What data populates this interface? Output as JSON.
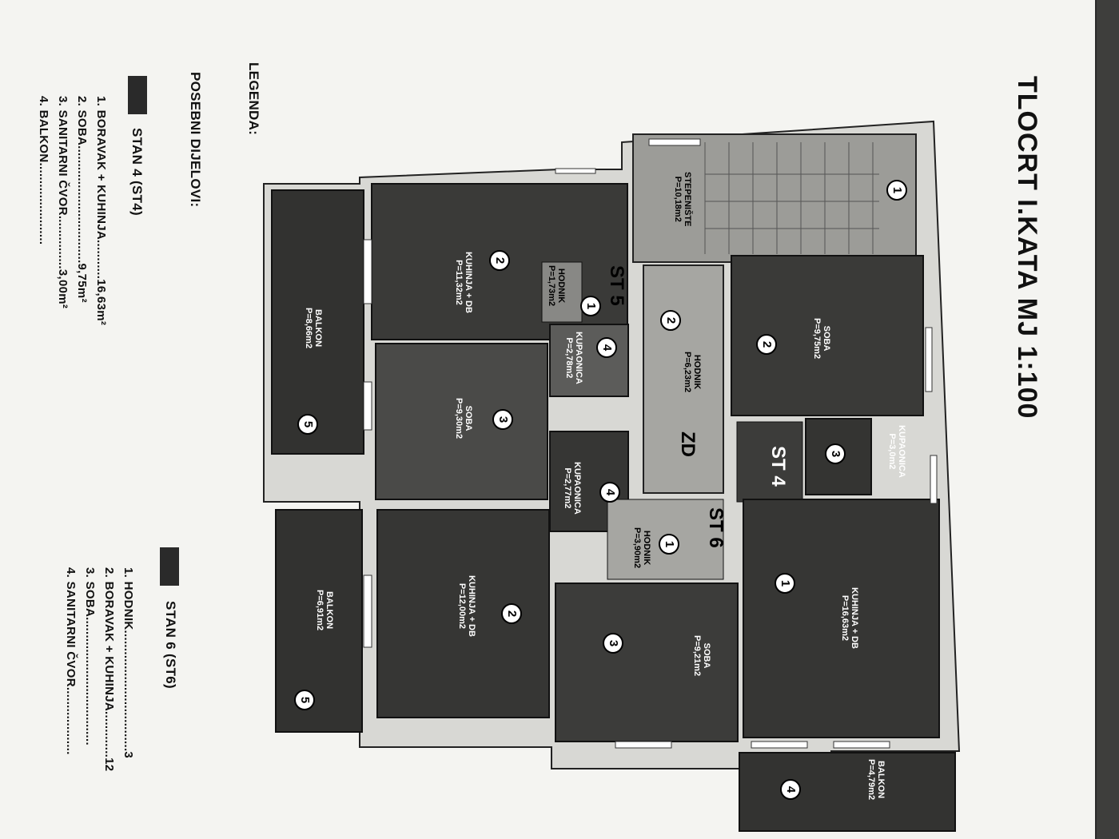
{
  "title": "TLOCRT I.KATA  MJ 1:100",
  "rooms": {
    "stepeniste": {
      "name": "STEPENIŠTE",
      "area": "P=10,18m2",
      "num": "1"
    },
    "hodnik_zd": {
      "name": "HODNIK",
      "area": "P=6,23m2",
      "num": "2",
      "tag": "ZD"
    },
    "soba_st4": {
      "name": "SOBA",
      "area": "P=9,75m2",
      "num": "2"
    },
    "kupaonica_st4": {
      "name": "KUPAONICA",
      "area": "P=3,0m2",
      "num": "3"
    },
    "kuhinja_st4": {
      "name": "KUHINJA + DB",
      "area": "P=16,63m2",
      "num": "1"
    },
    "balkon_st4": {
      "name": "BALKON",
      "area": "P=4,79m2",
      "num": "4"
    },
    "kuhinja_st5": {
      "name": "KUHINJA + DB",
      "area": "P=11,32m2",
      "num": "2"
    },
    "hodnik_st5": {
      "name": "HODNIK",
      "area": "P=1,73m2",
      "num": "1"
    },
    "kupaonica_st5": {
      "name": "KUPAONICA",
      "area": "P=2,78m2",
      "num": "4"
    },
    "soba_st5": {
      "name": "SOBA",
      "area": "P=9,30m2",
      "num": "3"
    },
    "balkon_st5": {
      "name": "BALKON",
      "area": "P=8,66m2",
      "num": "5"
    },
    "kupaonica_st6": {
      "name": "KUPAONICA",
      "area": "P=2,77m2",
      "num": "4"
    },
    "hodnik_st6": {
      "name": "HODNIK",
      "area": "P=3,90m2",
      "num": "1"
    },
    "kuhinja_st6": {
      "name": "KUHINJA + DB",
      "area": "P=12,00m2",
      "num": "2"
    },
    "soba_st6": {
      "name": "SOBA",
      "area": "P=9,21m2",
      "num": "3"
    },
    "balkon_st6": {
      "name": "BALKON",
      "area": "P=6,91m2",
      "num": "5"
    }
  },
  "unit_tags": {
    "st4": "ST 4",
    "st5": "ST 5",
    "st6": "ST 6"
  },
  "legend": {
    "title": "LEGENDA:",
    "subtitle": "POSEBNI DIJELOVI:",
    "st4": {
      "name": "STAN 4 (ST4)",
      "items": [
        "1. BORAVAK + KUHINJA...........16,63m²",
        "2. SOBA.................................9,75m²",
        "3. SANITARNI ČVOR...............3,00m²",
        "4. BALKON......................."
      ]
    },
    "st6": {
      "name": "STAN 6 (ST6)",
      "items": [
        "1. HODNIK..................................3",
        "2. BORAVAK + KUHINJA.............12",
        "3. SOBA....................................",
        "4. SANITARNI ČVOR..................."
      ]
    }
  }
}
